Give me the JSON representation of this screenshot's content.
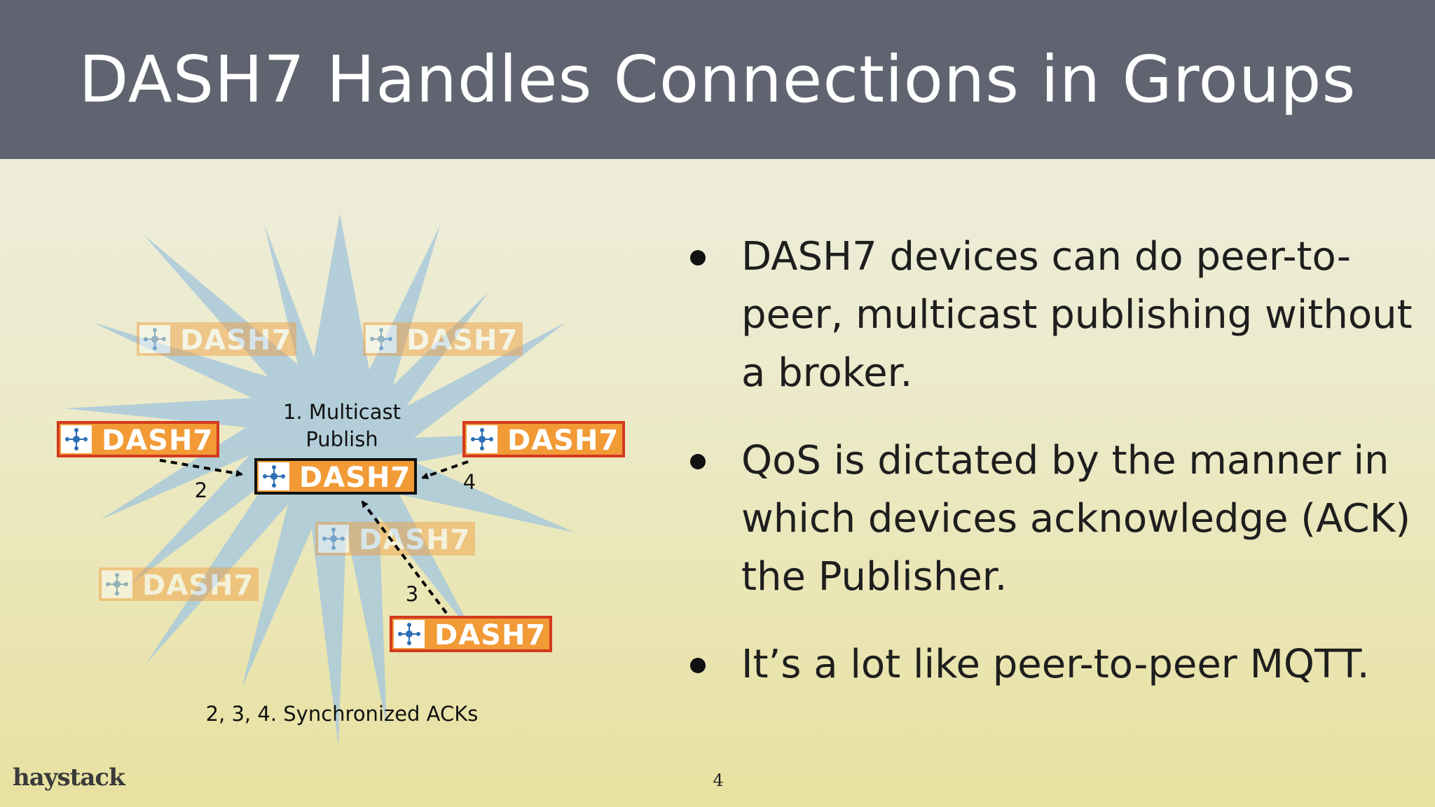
{
  "slide": {
    "title": "DASH7 Handles Connections in Groups",
    "page_number": "4",
    "logo_text": "haystack"
  },
  "diagram": {
    "node_label": "DASH7",
    "step1_line1": "1. Multicast",
    "step1_line2": "Publish",
    "ack_labels": [
      "2",
      "3",
      "4"
    ],
    "footer_label": "2, 3, 4. Synchronized ACKs"
  },
  "bullets": [
    "DASH7 devices can do peer-to-peer, multicast publishing without a broker.",
    "QoS is dictated by the manner in which devices acknowledge (ACK) the Publisher.",
    "It’s a lot like peer-to-peer MQTT."
  ],
  "colors": {
    "title_bar": "#5f6470",
    "node_orange": "#f29a36",
    "node_border_red": "#d23a1e",
    "starburst": "#a9c9da"
  }
}
